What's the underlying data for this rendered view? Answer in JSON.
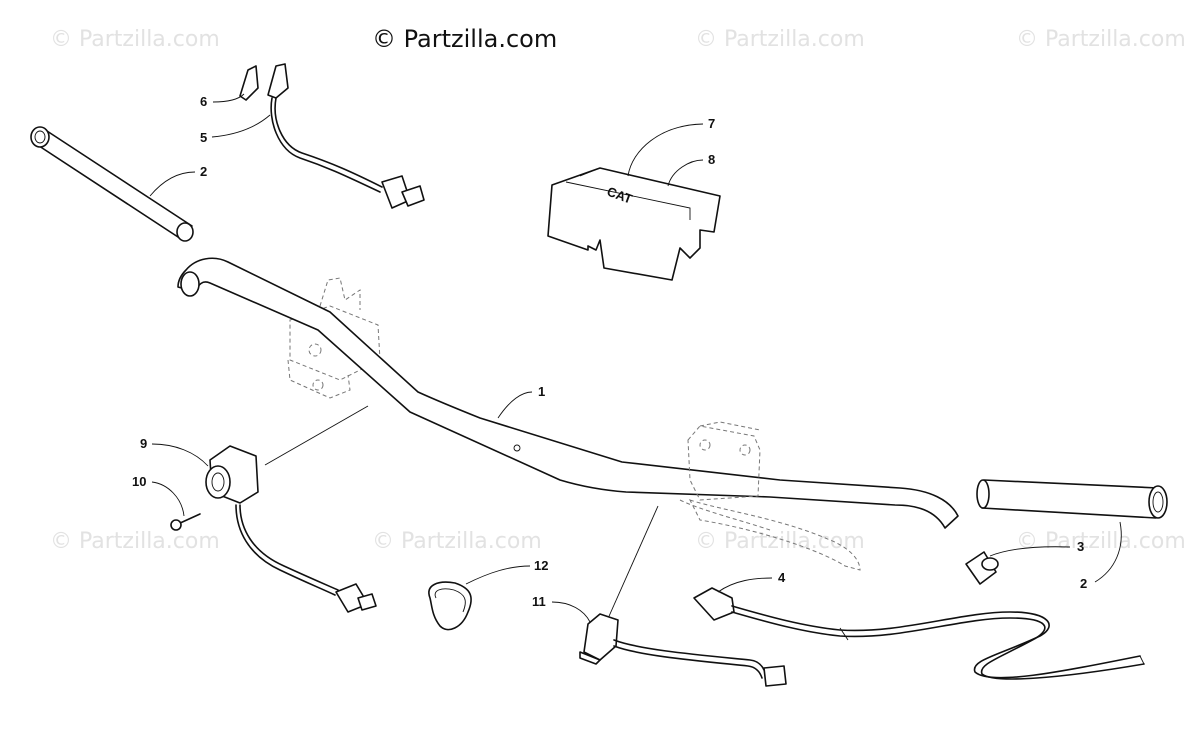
{
  "watermarks": {
    "main": "© Partzilla.com",
    "faint": "© Partzilla.com"
  },
  "callouts": {
    "c1": "1",
    "c2a": "2",
    "c2b": "2",
    "c3": "3",
    "c4": "4",
    "c5": "5",
    "c6": "6",
    "c7": "7",
    "c8": "8",
    "c9": "9",
    "c10": "10",
    "c11": "11",
    "c12": "12"
  },
  "pad_logo": "CAT"
}
